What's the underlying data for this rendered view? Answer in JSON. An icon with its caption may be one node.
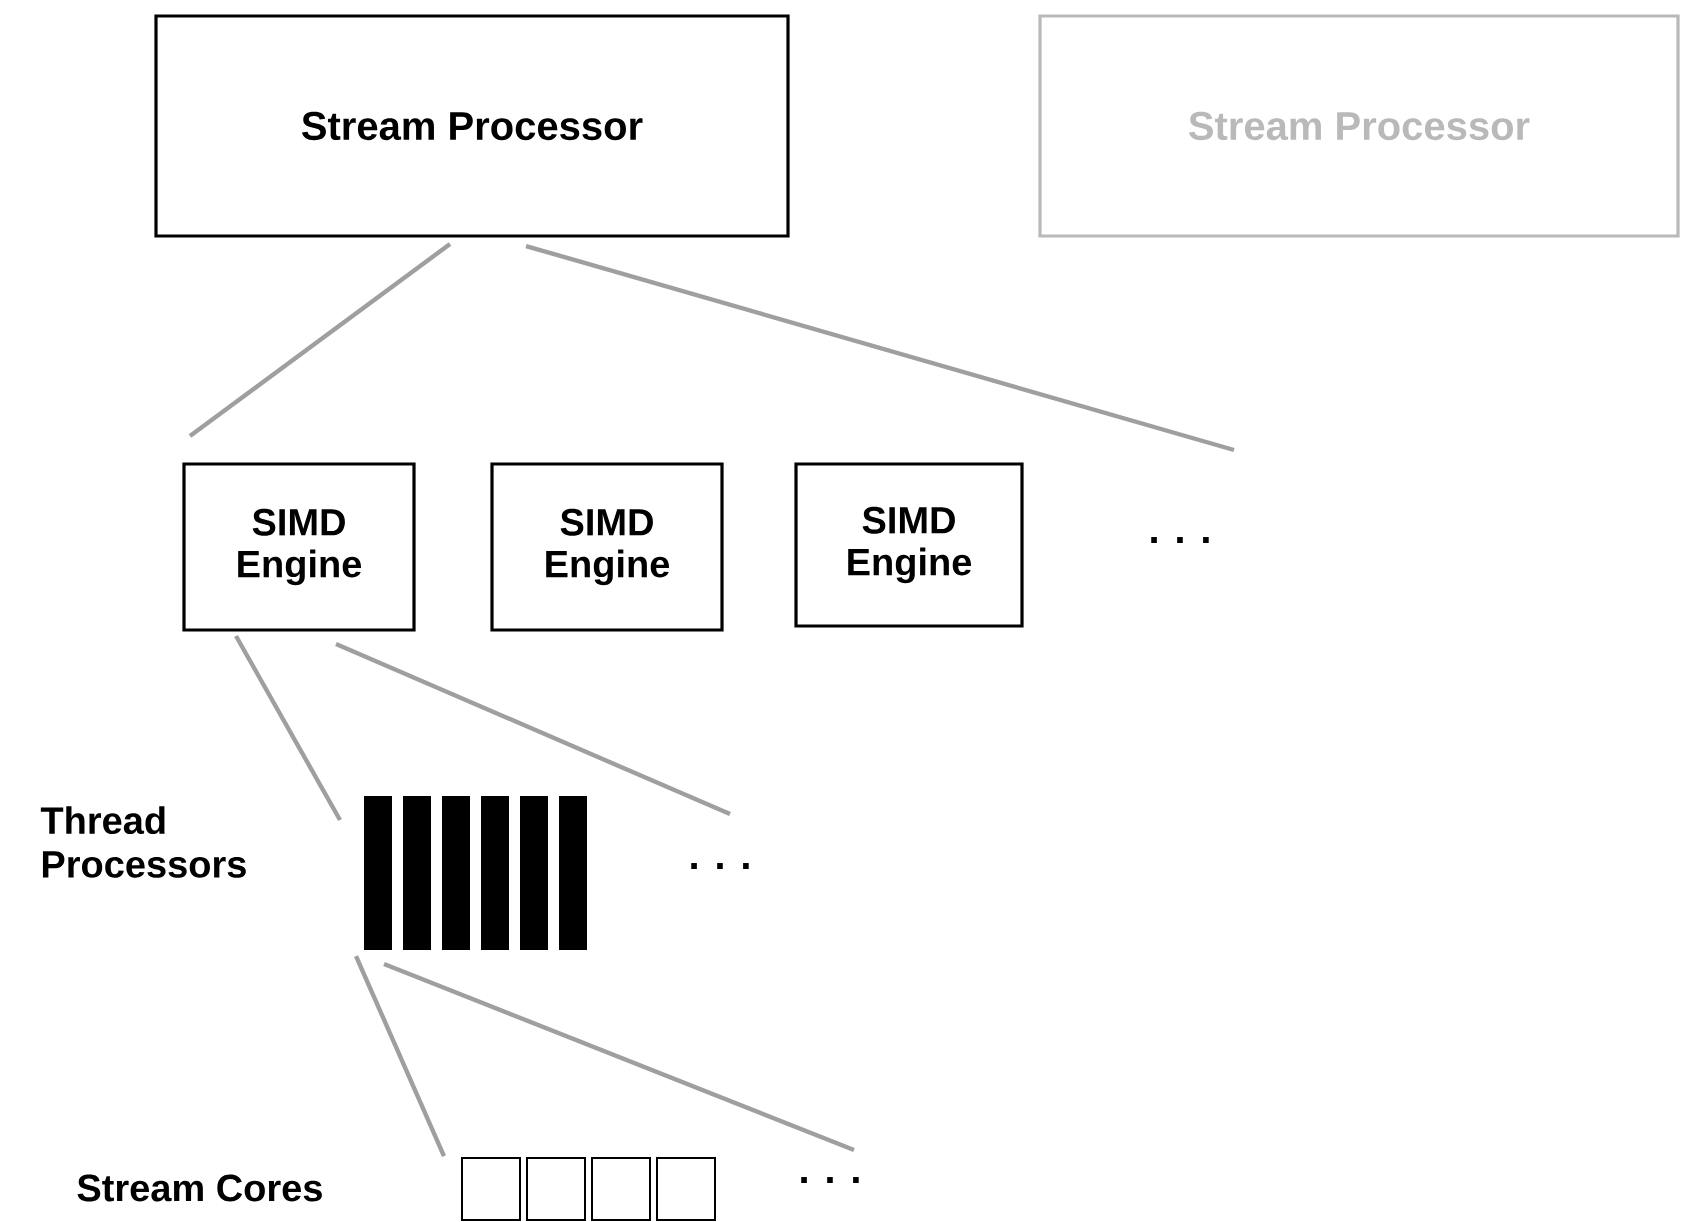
{
  "diagram": {
    "nodes": [
      {
        "text": [
          "Stream Processor"
        ]
      },
      {
        "text": [
          "Stream Processor"
        ]
      },
      {
        "text": [
          "SIMD Engine"
        ]
      },
      {
        "text": [
          "SIMD Engine"
        ]
      },
      {
        "text": [
          "SIMD Engine"
        ]
      },
      {
        "text": [],
        "shape": "bar"
      },
      {
        "text": [],
        "shape": "bar"
      },
      {
        "text": [],
        "shape": "bar"
      },
      {
        "text": [],
        "shape": "bar"
      },
      {
        "text": [],
        "shape": "bar"
      },
      {
        "text": [],
        "shape": "bar"
      },
      {
        "text": [],
        "shape": "box"
      },
      {
        "text": [],
        "shape": "box"
      },
      {
        "text": [],
        "shape": "box"
      },
      {
        "text": [],
        "shape": "box"
      }
    ],
    "labels": [
      ". . .",
      "Thread Processors",
      ". . .",
      "Stream Cores",
      ". . ."
    ]
  }
}
